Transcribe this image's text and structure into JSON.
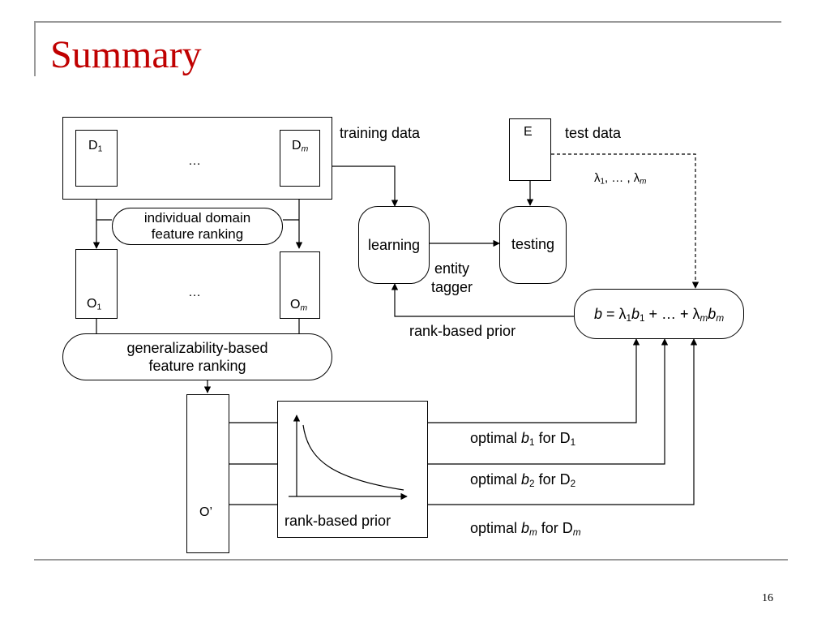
{
  "slide": {
    "title": "Summary",
    "page_number": "16"
  },
  "diagram": {
    "nodes": {
      "d1": {
        "main": "D",
        "sub": "1"
      },
      "dm": {
        "main": "D",
        "sub": "m"
      },
      "ellipsis_top": "…",
      "ellipsis_mid": "…",
      "e": "E",
      "individual_ranking": [
        "individual domain",
        "feature ranking"
      ],
      "o1": {
        "main": "O",
        "sub": "1"
      },
      "om": {
        "main": "O",
        "sub": "m"
      },
      "generalizability_ranking": [
        "generalizability-based",
        "feature ranking"
      ],
      "o_prime": "O’",
      "learning": "learning",
      "testing": "testing",
      "prior_box_label": "rank-based prior",
      "combination": {
        "b": "b",
        "eq": " = λ",
        "s1": "1",
        "b1": "b",
        "s1b": "1",
        "mid": " + … + λ",
        "sm": "m",
        "bm": "b",
        "smb": "m"
      }
    },
    "labels": {
      "training_data": "training data",
      "test_data": "test data",
      "lambdas": {
        "l1": "λ",
        "s1": "1",
        "mid": ", … , λ",
        "sm": "m"
      },
      "entity_tagger": [
        "entity",
        "tagger"
      ],
      "rank_based_prior": "rank-based prior",
      "optimal": [
        {
          "pre": "optimal ",
          "b": "b",
          "bsub": "1",
          "for": " for D",
          "dsub": "1"
        },
        {
          "pre": "optimal ",
          "b": "b",
          "bsub": "2",
          "for": " for D",
          "dsub": "2"
        },
        {
          "pre": "optimal ",
          "b": "b",
          "bsub": "m",
          "for": " for D",
          "dsub": "m"
        }
      ]
    }
  }
}
